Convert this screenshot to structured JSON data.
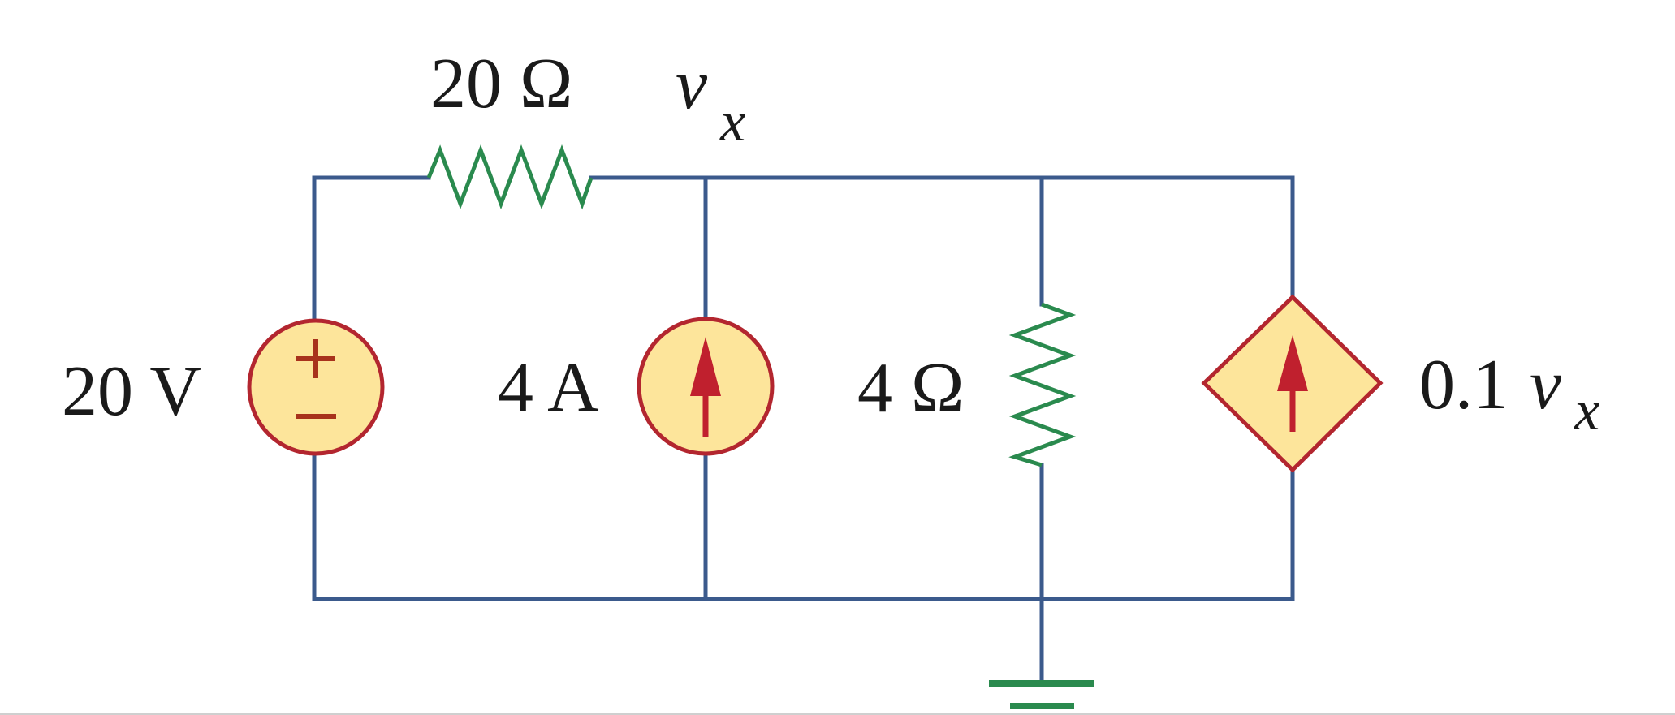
{
  "diagram": {
    "type": "circuit-schematic",
    "colors": {
      "wire": "#3b5a8c",
      "resistor": "#2a8a4e",
      "source_fill": "#fde59b",
      "source_stroke": "#b3262f",
      "arrow": "#c0202e"
    },
    "labels": {
      "r1_value": "20 Ω",
      "node_var": "v",
      "node_sub": "x",
      "vs_value": "20 V",
      "is_value": "4 A",
      "r2_value": "4 Ω",
      "dep_coeff": "0.1",
      "dep_var": "v",
      "dep_sub": "x"
    },
    "components": [
      {
        "id": "R1",
        "kind": "resistor",
        "value": "20 Ω",
        "orientation": "horizontal"
      },
      {
        "id": "V1",
        "kind": "independent-voltage-source",
        "value": "20 V",
        "polarity": "+ top / − bottom"
      },
      {
        "id": "I1",
        "kind": "independent-current-source",
        "value": "4 A",
        "direction": "up"
      },
      {
        "id": "R2",
        "kind": "resistor",
        "value": "4 Ω",
        "orientation": "vertical"
      },
      {
        "id": "I2",
        "kind": "dependent-current-source",
        "value": "0.1 v_x",
        "direction": "up"
      },
      {
        "id": "GND",
        "kind": "ground"
      }
    ],
    "nodes": [
      {
        "name": "v_x",
        "connects": [
          "R1",
          "I1",
          "R2",
          "I2"
        ]
      },
      {
        "name": "ground",
        "connects": [
          "V1",
          "I1",
          "R2",
          "I2",
          "GND"
        ]
      }
    ]
  }
}
